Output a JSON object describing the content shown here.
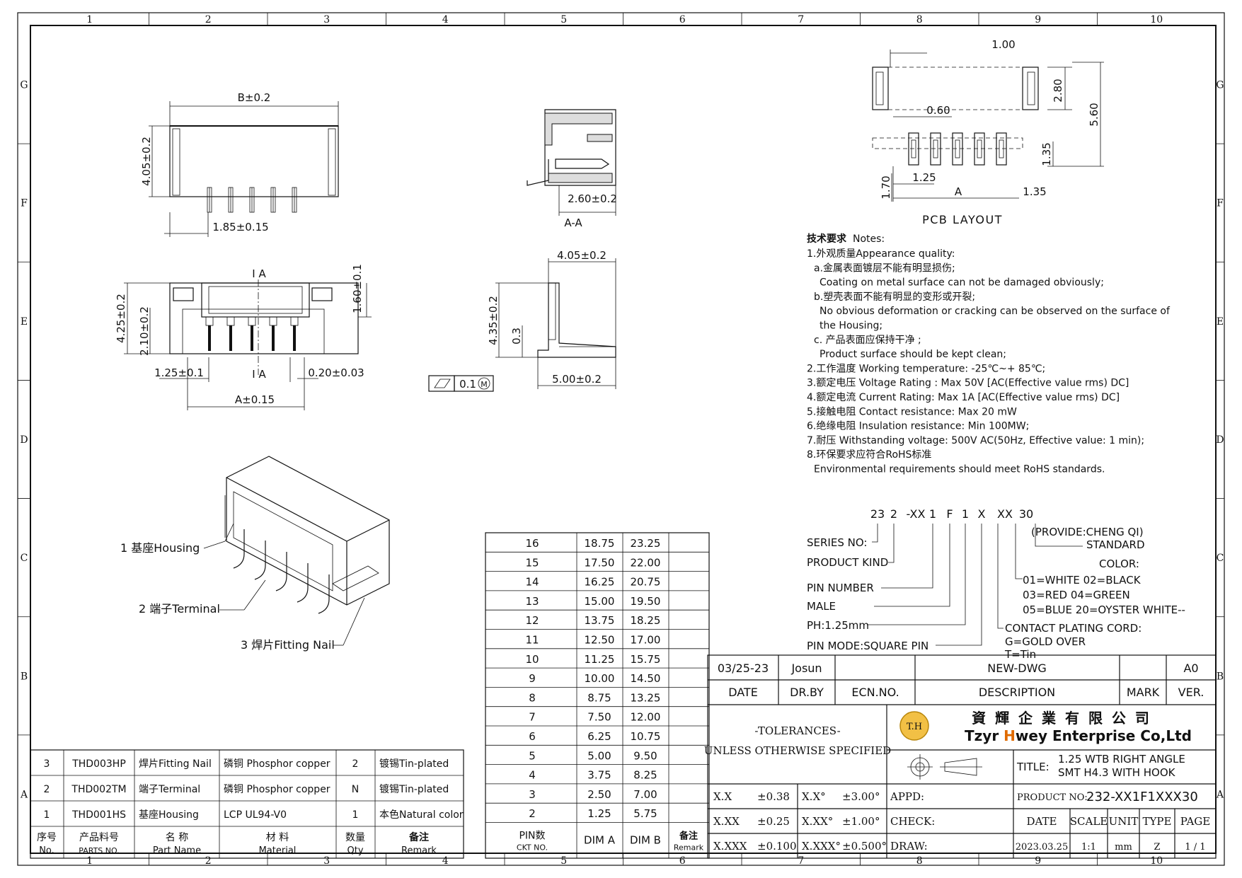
{
  "frame": {
    "columns": [
      "1",
      "2",
      "3",
      "4",
      "5",
      "6",
      "7",
      "8",
      "9",
      "10"
    ],
    "rows": [
      "G",
      "F",
      "E",
      "D",
      "C",
      "B",
      "A"
    ]
  },
  "views": {
    "top_view": {
      "dims": {
        "width_b": "B±0.2",
        "height": "4.05±0.2",
        "pin_offset": "1.85±0.15"
      }
    },
    "section_aa": {
      "dims": {
        "depth": "2.60±0.2"
      },
      "label": "A-A"
    },
    "front_view": {
      "section_mark": "I A",
      "section_mark_bottom": "I A",
      "dims": {
        "height": "4.25±0.2",
        "pin_height": "2.10±0.2",
        "top_height": "1.60±0.1",
        "pitch": "1.25±0.1",
        "pin_width": "0.20±0.03",
        "width_a": "A±0.15"
      }
    },
    "side_view": {
      "dims": {
        "depth": "4.05±0.2",
        "height": "4.35±0.2",
        "thickness": "0.3",
        "foot": "5.00±0.2"
      },
      "tolerance_frame": {
        "value": "0.1",
        "modifier": "M"
      }
    },
    "pcb_layout": {
      "title": "PCB LAYOUT",
      "dims": {
        "nail_width": "1.00",
        "pad_height": "2.80",
        "overall_height": "5.60",
        "pad_width": "0.60",
        "pad_offset": "1.35",
        "pad_pitch": "1.25",
        "pad_length": "1.70",
        "span_a": "A",
        "end_offset": "1.35"
      }
    },
    "iso_view": {
      "callouts": [
        "1 基座Housing",
        "2 端子Terminal",
        "3 焊片Fitting Nail"
      ]
    }
  },
  "notes": {
    "header_cn": "技术要求",
    "header_en": "Notes:",
    "lines": [
      "1.外观质量Appearance quality:",
      "a.金属表面镀层不能有明显损伤;",
      "Coating on metal surface can not be damaged obviously;",
      "b.塑壳表面不能有明显的变形或开裂;",
      "No obvious deformation or cracking can be observed on the surface of",
      "the Housing;",
      "c. 产品表面应保持干净 ;",
      "Product surface should be kept clean;",
      "2.工作温度 Working temperature: -25℃~+ 85℃;",
      "3.额定电压 Voltage Rating : Max 50V [AC(Effective value rms) DC]",
      "4.额定电流 Current Rating: Max 1A [AC(Effective value rms) DC]",
      "5.接触电阻 Contact resistance: Max 20 mW",
      "6.绝缘电阻 Insulation resistance: Min 100MW;",
      "7.耐压 Withstanding voltage: 500V AC(50Hz, Effective value: 1 min);",
      "8.环保要求应符合RoHS标准",
      "Environmental requirements should meet RoHS standards."
    ]
  },
  "part_code": {
    "segments": [
      "23",
      "2",
      "-XX",
      "1",
      "F",
      "1",
      "X",
      "XX",
      "30"
    ],
    "provide": "(PROVIDE:CHENG QI)",
    "standard": "STANDARD",
    "color_label": "COLOR:",
    "colors": [
      "01=WHITE  02=BLACK",
      "03=RED    04=GREEN",
      "05=BLUE  20=OYSTER WHITE--"
    ],
    "labels": [
      "SERIES NO:",
      "PRODUCT KIND",
      "PIN NUMBER",
      "MALE",
      "PH:1.25mm",
      "PIN MODE:SQUARE PIN"
    ],
    "plating": [
      "CONTACT PLATING CORD:",
      "G=GOLD  OVER",
      "T=Tin"
    ]
  },
  "dim_table": {
    "headers": {
      "pin_cn": "PIN数",
      "pin_en": "CKT NO.",
      "dim_a": "DIM A",
      "dim_b": "DIM B",
      "remark_cn": "备注",
      "remark_en": "Remark"
    },
    "rows": [
      [
        "16",
        "18.75",
        "23.25"
      ],
      [
        "15",
        "17.50",
        "22.00"
      ],
      [
        "14",
        "16.25",
        "20.75"
      ],
      [
        "13",
        "15.00",
        "19.50"
      ],
      [
        "12",
        "13.75",
        "18.25"
      ],
      [
        "11",
        "12.50",
        "17.00"
      ],
      [
        "10",
        "11.25",
        "15.75"
      ],
      [
        "9",
        "10.00",
        "14.50"
      ],
      [
        "8",
        "8.75",
        "13.25"
      ],
      [
        "7",
        "7.50",
        "12.00"
      ],
      [
        "6",
        "6.25",
        "10.75"
      ],
      [
        "5",
        "5.00",
        "9.50"
      ],
      [
        "4",
        "3.75",
        "8.25"
      ],
      [
        "3",
        "2.50",
        "7.00"
      ],
      [
        "2",
        "1.25",
        "5.75"
      ]
    ]
  },
  "bom": {
    "rows": [
      [
        "3",
        "THD003HP",
        "焊片Fitting Nail",
        "磷铜 Phosphor copper",
        "2",
        "镀锡Tin-plated"
      ],
      [
        "2",
        "THD002TM",
        "端子Terminal",
        "磷铜 Phosphor copper",
        "N",
        "镀锡Tin-plated"
      ],
      [
        "1",
        "THD001HS",
        "基座Housing",
        "LCP UL94-V0",
        "1",
        "本色Natural color"
      ]
    ],
    "headers": {
      "no_cn": "序号",
      "no_en": "No.",
      "part_cn": "产品料号",
      "part_en": "PARTS NO.",
      "name_cn": "名 称",
      "name_en": "Part Name",
      "mat_cn": "材 料",
      "mat_en": "Material",
      "qty_cn": "数量",
      "qty_en": "Qty",
      "rem_cn": "备注",
      "rem_en": "Remark"
    }
  },
  "title_block": {
    "revision": {
      "date": "03/25-23",
      "drby": "Josun",
      "ecn": "",
      "description": "NEW-DWG",
      "mark": "",
      "ver": "A0"
    },
    "rev_headers": {
      "date": "DATE",
      "drby": "DR.BY",
      "ecn": "ECN.NO.",
      "description": "DESCRIPTION",
      "mark": "MARK",
      "ver": "VER."
    },
    "tolerances": {
      "title": "-TOLERANCES-",
      "subtitle": "UNLESS OTHERWISE SPECIFIED",
      "linear": [
        [
          "X.X",
          "±0.38"
        ],
        [
          "X.XX",
          "±0.25"
        ],
        [
          "X.XXX",
          "±0.100"
        ]
      ],
      "angular": [
        [
          "X.X°",
          "±3.00°"
        ],
        [
          "X.XX°",
          "±1.00°"
        ],
        [
          "X.XXX°",
          "±0.500°"
        ]
      ]
    },
    "company": {
      "cn": "資 輝 企 業 有 限 公 司",
      "en_1": "Tzyr ",
      "en_h": "H",
      "en_2": "wey Enterprise Co,Ltd",
      "logo": "T.H"
    },
    "title_label": "TITLE:",
    "title_lines": [
      "1.25 WTB RIGHT ANGLE",
      "SMT H4.3 WITH HOOK"
    ],
    "product_no_label": "PRODUCT NO:",
    "product_no": "232-XX1F1XXX30",
    "appd": "APPD:",
    "check": "CHECK:",
    "draw": "DRAW:",
    "meta_headers": [
      "DATE",
      "SCALE",
      "UNIT",
      "TYPE",
      "PAGE"
    ],
    "meta_values": [
      "2023.03.25",
      "1:1",
      "mm",
      "Z",
      "1 / 1"
    ]
  }
}
